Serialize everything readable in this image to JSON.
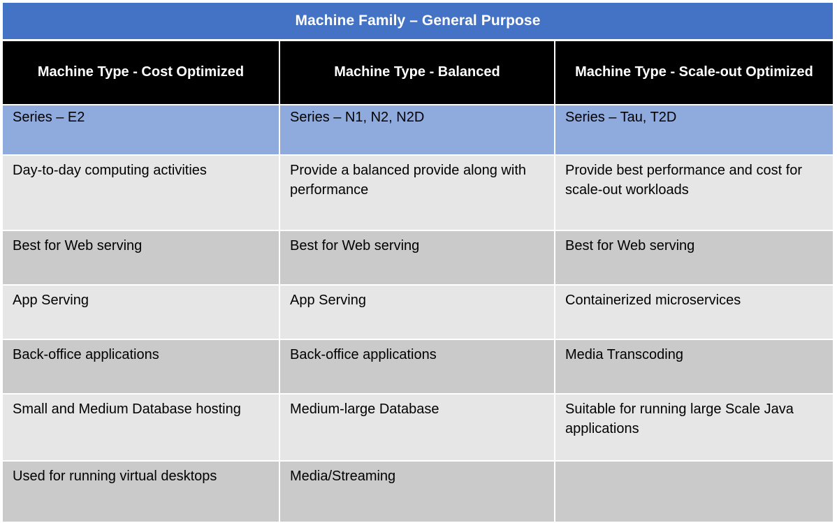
{
  "title": {
    "text": "Machine Family – General Purpose",
    "background_color": "#4472C4",
    "text_color": "#FFFFFF"
  },
  "colors": {
    "title_blue": "#4472C4",
    "series_blue": "#8FAADC",
    "header_black": "#000000",
    "row_light_grey": "#E6E6E6",
    "row_dark_grey": "#CACACA",
    "gridline_white": "#FFFFFF"
  },
  "table": {
    "headers": [
      "Machine Type - Cost Optimized",
      "Machine Type - Balanced",
      "Machine Type - Scale-out Optimized"
    ],
    "series_row": [
      "Series – E2",
      "Series – N1, N2, N2D",
      "Series – Tau, T2D"
    ],
    "rows": [
      {
        "shade": "light",
        "cells": [
          "Day-to-day computing activities",
          "Provide a balanced provide along with performance",
          "Provide best performance and cost for scale-out workloads"
        ]
      },
      {
        "shade": "dark",
        "cells": [
          "Best for Web serving",
          "Best for Web serving",
          "Best for Web serving"
        ]
      },
      {
        "shade": "light",
        "cells": [
          "App Serving",
          "App Serving",
          "Containerized microservices"
        ]
      },
      {
        "shade": "dark",
        "cells": [
          "Back-office applications",
          "Back-office applications",
          "Media Transcoding"
        ]
      },
      {
        "shade": "light",
        "cells": [
          "Small and Medium Database hosting",
          "Medium-large Database",
          "Suitable for running large Scale Java applications"
        ]
      },
      {
        "shade": "dark",
        "cells": [
          "Used for running virtual desktops",
          "Media/Streaming",
          ""
        ]
      }
    ]
  }
}
